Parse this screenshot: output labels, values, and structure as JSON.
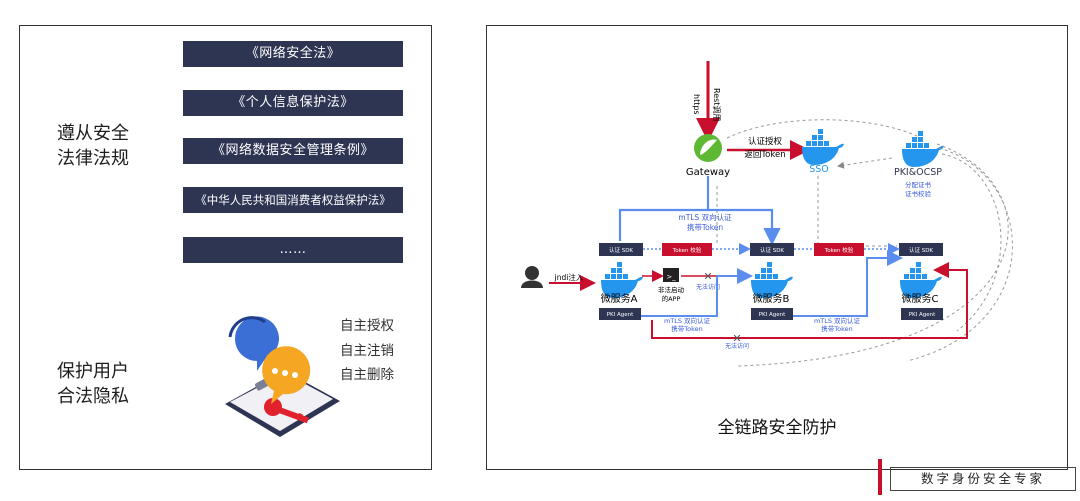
{
  "left": {
    "laws": [
      "《网络安全法》",
      "《个人信息保护法》",
      "《网络数据安全管理条例》",
      "《中华人民共和国消费者权益保护法》",
      "……"
    ],
    "category1": [
      "遵从安全",
      "法律法规"
    ],
    "category2": [
      "保护用户",
      "合法隐私"
    ],
    "rights": [
      "自主授权",
      "自主注销",
      "自主删除"
    ]
  },
  "right": {
    "title": "全链路安全防护",
    "https_label": "https",
    "rest_label": "Rest调用",
    "gateway": "Gateway",
    "sso": "SSO",
    "pki": "PKI&OCSP",
    "auth_label1": "认证授权",
    "auth_label2": "返回Token",
    "pki_note1": "分配证书",
    "pki_note2": "证书校验",
    "mtls_top1": "mTLS 双向认证",
    "mtls_top2": "携带Token",
    "sdk_auth": "认证 SDK",
    "token_check": "Token 校验",
    "pki_agent": "PKI Agent",
    "service_a": "微服务A",
    "service_b": "微服务B",
    "service_c": "微服务C",
    "jndi": "jndi注入",
    "illegal_app1": "非法启动",
    "illegal_app2": "的APP",
    "no_access": "无法访问",
    "mtls_b1": "mTLS 双向认证",
    "mtls_b2": "携带Token"
  },
  "brand": "数字身份安全专家",
  "colors": {
    "navy": "#2e3553",
    "red": "#c8102e",
    "docker": "#2496ed",
    "blue_line": "#5b8def"
  }
}
